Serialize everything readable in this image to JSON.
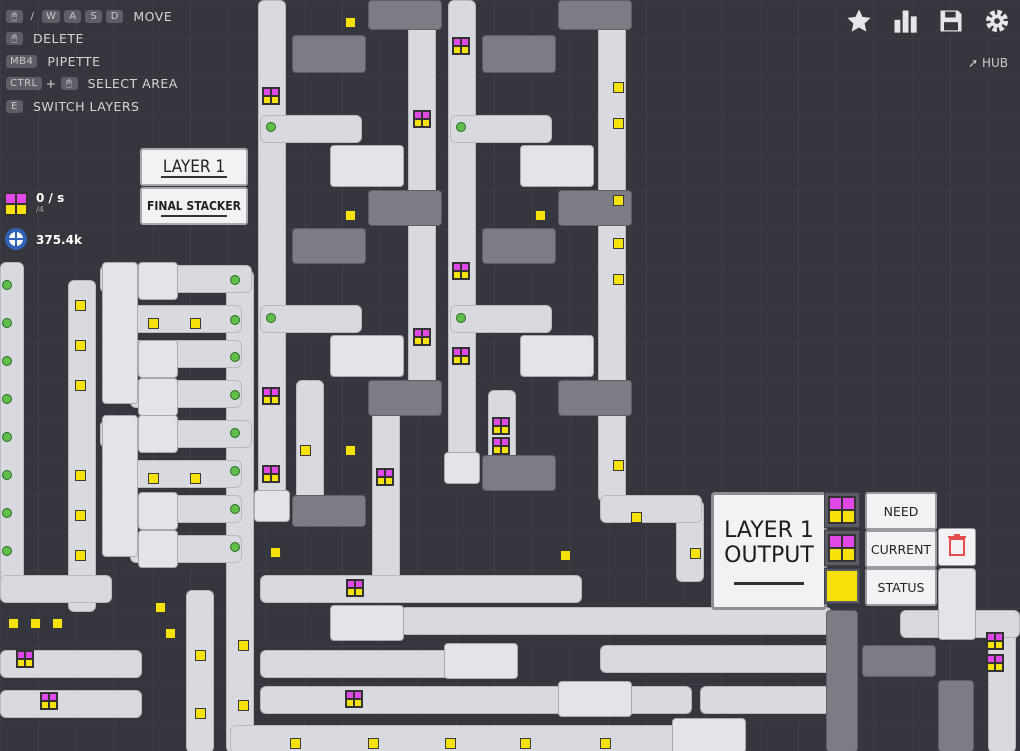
{
  "controls": [
    {
      "keys": [
        "🖱",
        "/",
        "W",
        "A",
        "S",
        "D"
      ],
      "label": "MOVE"
    },
    {
      "keys": [
        "🖱"
      ],
      "label": "DELETE"
    },
    {
      "keys": [
        "MB4"
      ],
      "label": "PIPETTE"
    },
    {
      "keys": [
        "CTRL",
        "+",
        "🖱"
      ],
      "label": "SELECT AREA"
    },
    {
      "keys": [
        "E"
      ],
      "label": "SWITCH LAYERS"
    }
  ],
  "toolbar": {
    "icons": [
      "star-icon",
      "stats-icon",
      "save-icon",
      "settings-icon"
    ],
    "hub_label": "HUB"
  },
  "stats": {
    "rate": "0 / s",
    "rate_sub": "/4",
    "shapes": "375.4k"
  },
  "signs": {
    "layer_title": "LAYER 1",
    "stacker_title": "FINAL STACKER",
    "output_line1": "LAYER 1",
    "output_line2": "OUTPUT"
  },
  "goal": {
    "need_label": "NEED",
    "current_label": "CURRENT",
    "status_label": "STATUS",
    "status_color": "#f6e20a"
  },
  "colors": {
    "magenta": "#e148e6",
    "yellow": "#f6e20a",
    "belt": "#d9dadf",
    "background": "#36363e"
  }
}
